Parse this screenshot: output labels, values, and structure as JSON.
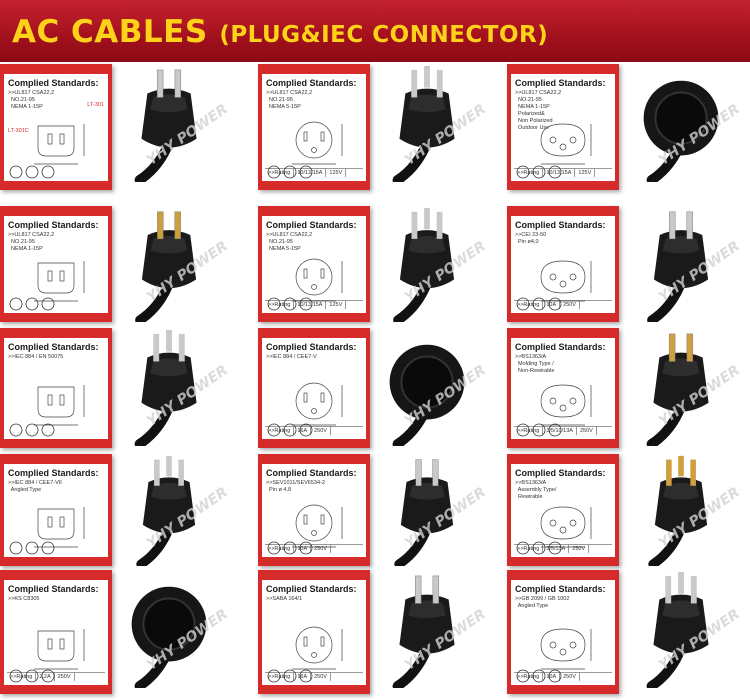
{
  "banner": {
    "title": "AC CABLES",
    "subtitle": "(PLUG&IEC CONNECTOR)"
  },
  "watermark": "YHY POWER",
  "colors": {
    "banner_red": "#b01826",
    "title_yellow": "#ffd21a",
    "card_red": "#d62b2b"
  },
  "cards": [
    {
      "title": "Complied Standards:",
      "std": ">>UL817 CSA22,2\n  NO.21-95\n  NEMA 1-15P",
      "rating": [],
      "labels": [
        "LT-301",
        "LT-301C"
      ]
    },
    {
      "title": "Complied Standards:",
      "std": ">>UL817 CSA22,2\n  NO.21-95\n  NEMA 5-15P",
      "rating": [
        ">>Rating",
        "10/13/15A",
        "125V"
      ]
    },
    {
      "title": "Complied Standards:",
      "std": ">>UL817 CSA22,2\n  NO.21-95\n  NEMA 1-15P\n  Polarized&\n  Non Polarized\n  Outdoor Use",
      "rating": [
        ">>Rating",
        "10/13/15A",
        "125V"
      ]
    },
    {
      "title": "Complied Standards:",
      "std": ">>UL817 CSA22,2\n  NO.21-95\n  NEMA 1-15P",
      "rating": []
    },
    {
      "title": "Complied Standards:",
      "std": ">>UL817 CSA22,2\n  NO.21-95\n  NEMA 5-15P",
      "rating": [
        ">>Rating",
        "10/13/15A",
        "125V"
      ]
    },
    {
      "title": "Complied Standards:",
      "std": ">>CEI 23-50\n  Pin ø4,0",
      "rating": [
        ">>Rating",
        "10A",
        "250V"
      ]
    },
    {
      "title": "Complied Standards:",
      "std": ">>IEC 884 / EN 50075",
      "rating": []
    },
    {
      "title": "Complied Standards:",
      "std": ">>IEC 884 / CEE7-V",
      "rating": [
        ">>Rating",
        "16A",
        "250V"
      ]
    },
    {
      "title": "Complied Standards:",
      "std": ">>BS1363/A\n  Molding Type /\n  Non-Rewirable",
      "rating": [
        ">>Rating",
        "3/5/10/13A",
        "250V"
      ]
    },
    {
      "title": "Complied Standards:",
      "std": ">>IEC 884 / CEE7-VII\n  Angled Type",
      "rating": []
    },
    {
      "title": "Complied Standards:",
      "std": ">>SEV1011/SEV6534-2\n  Pin ø 4,8",
      "rating": [
        ">>Rating",
        "10A",
        "250V"
      ]
    },
    {
      "title": "Complied Standards:",
      "std": ">>BS1363/A\n  Assembly Type/\n  Rewirable",
      "rating": [
        ">>Rating",
        "3/5/13A",
        "250V"
      ]
    },
    {
      "title": "Complied Standards:",
      "std": ">>KS C8305",
      "rating": [
        ">>Rating",
        "2,2A",
        "250V"
      ]
    },
    {
      "title": "Complied Standards:",
      "std": ">>SABA 164/1",
      "rating": [
        ">>Rating",
        "16A",
        "250V"
      ]
    },
    {
      "title": "Complied Standards:",
      "std": ">>GB 2099 / GB 1002\n  Angled Type",
      "rating": [
        ">>Rating",
        "10A",
        "250V"
      ]
    }
  ],
  "plugs": [
    "us-2pin-plug-icon",
    "us-3pin-plug-icon",
    "round-connector-icon",
    "us-2pin-angled-plug-icon",
    "us-3pin-angled-plug-icon",
    "italy-3pin-plug-icon",
    "euro-2pin-plug-icon",
    "schuko-socket-icon",
    "uk-plug-icon",
    "schuko-angled-plug-icon",
    "swiss-3pin-plug-icon",
    "uk-rewirable-plug-icon",
    "korea-2pin-plug-icon",
    "south-africa-plug-icon",
    "china-angled-plug-icon"
  ]
}
